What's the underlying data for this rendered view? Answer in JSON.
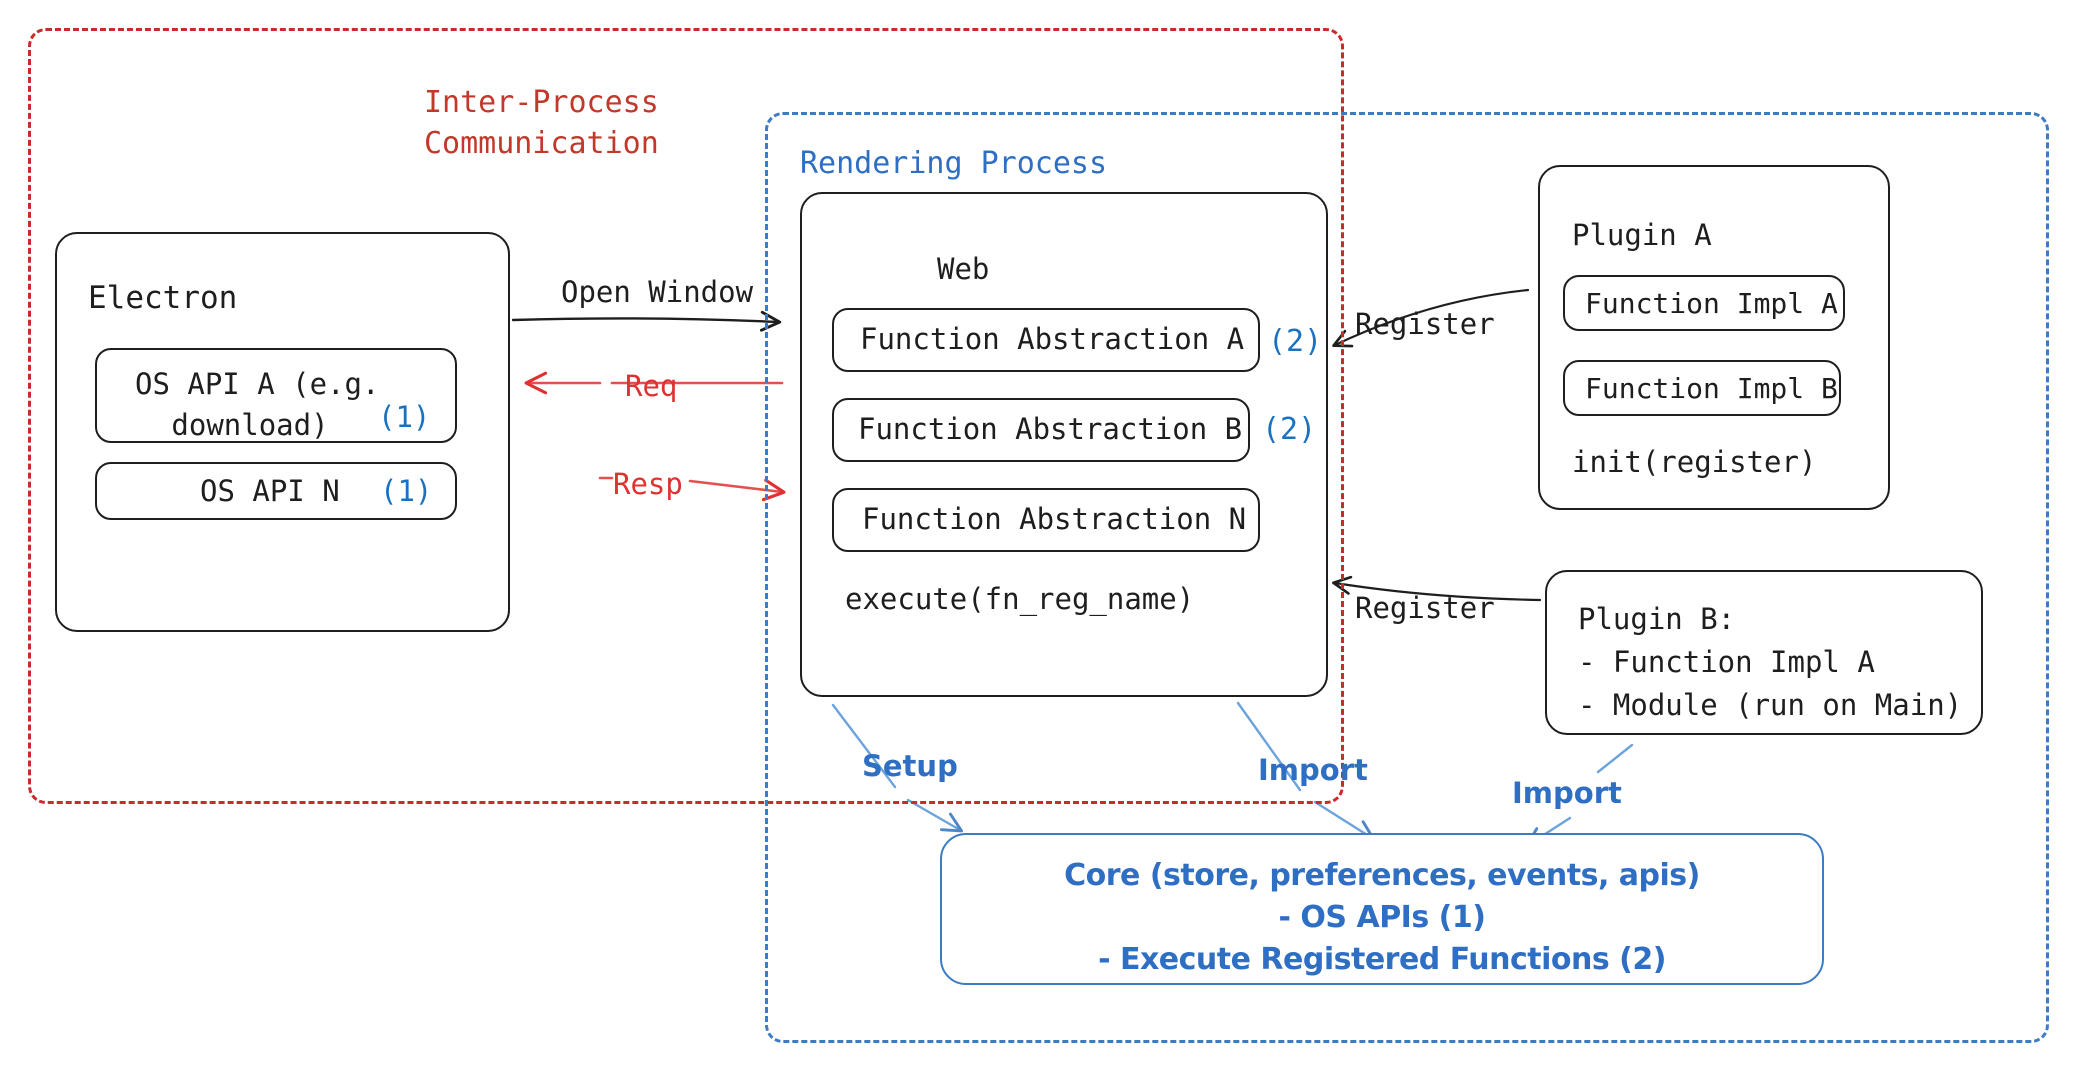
{
  "diagram": {
    "title": "Electron plugin architecture",
    "colors": {
      "ipc_red": "#c92a2a",
      "render_blue": "#3b7cc4",
      "core_blue": "#2e6fc4",
      "arrow_red": "#e03131",
      "ink": "#1e1e1e",
      "number_blue": "#1971c2"
    }
  },
  "containers": {
    "ipc": {
      "title": "Inter-Process\nCommunication"
    },
    "rendering": {
      "title": "Rendering Process"
    }
  },
  "electron": {
    "title": "Electron",
    "apis": [
      {
        "label": "OS API A (e.g.\ndownload)",
        "marker": "(1)"
      },
      {
        "label": "OS API N",
        "marker": "(1)"
      }
    ]
  },
  "web": {
    "title": "Web",
    "abstractions": [
      {
        "label": "Function Abstraction A",
        "marker": "(2)"
      },
      {
        "label": "Function Abstraction B",
        "marker": "(2)"
      },
      {
        "label": "Function Abstraction N",
        "marker": ""
      }
    ],
    "execute": "execute(fn_reg_name)"
  },
  "plugin_a": {
    "title": "Plugin A",
    "functions": [
      "Function Impl A",
      "Function Impl B"
    ],
    "init": "init(register)"
  },
  "plugin_b": {
    "text": "Plugin B:\n- Function Impl A\n- Module (run on Main)"
  },
  "core": {
    "text": "Core (store, preferences, events, apis)\n- OS APIs (1)\n- Execute Registered Functions (2)"
  },
  "edges": {
    "open_window": "Open Window",
    "req": "Req",
    "resp": "Resp",
    "register_plugin_a": "Register",
    "register_plugin_b": "Register",
    "setup": "Setup",
    "import_web": "Import",
    "import_plugin_b": "Import"
  }
}
